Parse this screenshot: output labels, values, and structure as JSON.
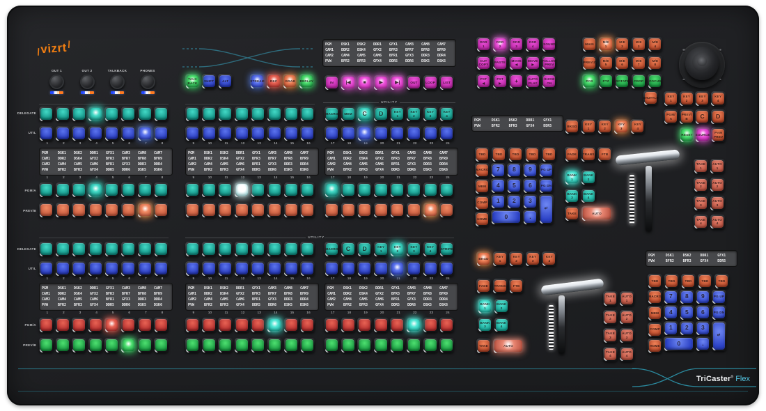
{
  "panel": {
    "accent_color": "#2d96ad",
    "face_color": "#202124",
    "lcd_bg": "#47484b"
  },
  "brand": {
    "logo": "vizrt",
    "product": "TriCaster",
    "reg": "®",
    "model": "Flex"
  },
  "labels": {
    "delegate": "DELEGATE",
    "util": "UTIL",
    "pgm_a": "PGM/A",
    "prev_b": "PREV/B",
    "utility": "UTILITY"
  },
  "knobs": {
    "items": [
      {
        "label": "OUT 1"
      },
      {
        "label": "OUT 2"
      },
      {
        "label": "TALKBACK"
      },
      {
        "label": "PHONES"
      }
    ]
  },
  "numbers": {
    "s1": [
      "1",
      "2",
      "3",
      "4",
      "5",
      "6",
      "7",
      "8"
    ],
    "s2": [
      "9",
      "10",
      "11",
      "12",
      "13",
      "14",
      "15",
      "16"
    ],
    "s3": [
      "17",
      "18",
      "19",
      "20",
      "21",
      "22",
      "23",
      "24"
    ]
  },
  "lcd_main": [
    [
      "PGM",
      "DSK1",
      "DSK2",
      "DDR1",
      "GFX1",
      "CAM3",
      "CAM8",
      "CAM7"
    ],
    [
      "CAM1",
      "DDR2",
      "DSK4",
      "GFX2",
      "BFR3",
      "BFR7",
      "BFR8",
      "BFR9"
    ],
    [
      "CAM2",
      "CAM4",
      "CAM5",
      "CAM6",
      "BFR1",
      "GFX3",
      "DDR3",
      "DDR4"
    ],
    [
      "PVW",
      "BFR2",
      "BFR3",
      "GFX4",
      "DDR5",
      "DDR6",
      "DSK5",
      "DSK6"
    ]
  ],
  "lcd_small": [
    [
      "PGM",
      "DSK1",
      "DSK2",
      "DDR1",
      "GFX1"
    ],
    [
      "PVW",
      "BFR2",
      "BFR3",
      "GFX4",
      "DDR5"
    ]
  ],
  "top_left_buttons": [
    {
      "label": "TALK\nBACK",
      "color": "green",
      "lit": true,
      "n": "talkback-button"
    },
    {
      "label": "SHIFT",
      "color": "blue",
      "n": "shift-button"
    },
    {
      "label": "ALT",
      "color": "blue",
      "n": "alt-button"
    }
  ],
  "top_right_buttons": [
    {
      "label": "STREAM",
      "color": "blue",
      "lit": true,
      "n": "stream-button"
    },
    {
      "label": "REC",
      "color": "red",
      "lit": true,
      "n": "record-button"
    },
    {
      "label": "GRAB",
      "color": "orange",
      "lit": true,
      "n": "grab-button"
    },
    {
      "label": "REPLAY",
      "color": "green",
      "lit": true,
      "n": "replay-button"
    }
  ],
  "transport": [
    {
      "label": "IN",
      "color": "pink",
      "n": "in-button"
    },
    {
      "glyph": "|◀",
      "color": "pink",
      "lit": true,
      "n": "prev-button",
      "gn": "skip-back-icon"
    },
    {
      "glyph": "■",
      "color": "pink",
      "lit": true,
      "n": "stop-button",
      "gn": "stop-icon"
    },
    {
      "glyph": "▶",
      "color": "pink",
      "lit": true,
      "n": "play-button",
      "gn": "play-icon"
    },
    {
      "glyph": "▶|",
      "color": "pink",
      "lit": true,
      "n": "next-button",
      "gn": "skip-forward-icon"
    },
    {
      "label": "OUT",
      "color": "pink",
      "n": "out-button"
    },
    {
      "label": "LOOP",
      "color": "pink",
      "n": "loop-button"
    },
    {
      "label": "LIST",
      "color": "pink",
      "n": "list-button"
    }
  ],
  "ddr_grid": {
    "n": "media-button",
    "color": "pink",
    "rows": [
      [
        {
          "label": "DDR\n1"
        },
        {
          "label": "DDR\n2",
          "lit": true
        },
        {
          "label": "DDR\n3"
        },
        {
          "label": "DDR\n4"
        },
        {
          "label": "SOUND"
        }
      ],
      [
        {
          "label": "CUT\nCOPY"
        },
        {
          "label": "PASTE"
        },
        {
          "label": "MOVE\n◀"
        },
        {
          "label": "MOVE\n▶"
        },
        {
          "label": "FOLLOW\nPREV"
        }
      ],
      [
        {
          "label": "PST\n◀"
        },
        {
          "label": "PST\n▶"
        },
        {
          "label": "+",
          "big": true,
          "n": "add-button"
        },
        {
          "label": "AUTO\nPLAY"
        },
        {
          "label": "SHOW\nON"
        }
      ]
    ]
  },
  "me_grid": {
    "n": "me-delegate-button",
    "color": "orange",
    "rows": [
      [
        {
          "label": "MAIN"
        },
        {
          "label": "M/E\n1",
          "lit": true
        },
        {
          "label": "M/E\n2"
        },
        {
          "label": "M/E\n3"
        },
        {
          "label": "M/E\n4"
        }
      ],
      [
        {
          "label": "PREVIZ"
        },
        {
          "label": "M/E\n5"
        },
        {
          "label": "M/E\n6"
        },
        {
          "label": "M/E\n7"
        },
        {
          "label": "M/E\n8"
        }
      ],
      [
        {
          "label": "POS",
          "color": "green",
          "lit": true,
          "n": "position-button"
        },
        {
          "label": "PTZ",
          "color": "green",
          "n": "ptz-button"
        },
        {
          "label": "ROTATE",
          "color": "green",
          "n": "rotate-button"
        },
        {
          "label": "CROP",
          "color": "green",
          "n": "crop-button"
        },
        {
          "label": "FOCUS",
          "color": "green",
          "n": "focus-button"
        }
      ]
    ]
  },
  "shuttle": [
    {
      "label": "SHUTTLE",
      "color": "orange",
      "n": "shuttle-button"
    }
  ],
  "joy_row1": {
    "n": "key-delegate-button",
    "color": "orange",
    "items": [
      {
        "label": "KEY\n1"
      },
      {
        "label": "KEY\n2"
      },
      {
        "label": "KEY\n3"
      },
      {
        "label": "KEY\n4"
      }
    ]
  },
  "joy_row2": {
    "n": "bus-delegate-button",
    "color": "orange",
    "items": [
      {
        "label": "PGM/\nA"
      },
      {
        "label": "PREV/\nB"
      },
      {
        "label": "C",
        "big": true
      },
      {
        "label": "D",
        "big": true
      }
    ]
  },
  "joy_row3": {
    "items": [
      {
        "label": "RESET",
        "color": "green",
        "lit": true,
        "n": "reset-button"
      },
      {
        "label": "SOURCE",
        "color": "magenta",
        "lit": true,
        "n": "source-button"
      },
      {
        "label": "PVW\nPREV",
        "color": "orange",
        "n": "pvw-prev-button"
      }
    ]
  },
  "keypad": {
    "tbd": {
      "n": "tbd-button",
      "color": "orange",
      "items": [
        {
          "label": "TBD"
        },
        {
          "label": "TBD"
        },
        {
          "label": "TBD"
        },
        {
          "label": "TBD"
        },
        {
          "label": "TBD"
        }
      ]
    },
    "left": {
      "n": "keypad-function-button",
      "color": "orange",
      "items": [
        {
          "label": "MACRO",
          "n": "macro-button"
        },
        {
          "label": "MEM",
          "n": "mem-button"
        },
        {
          "label": "COMP",
          "n": "comp-button"
        },
        {
          "label": "HOME",
          "n": "home-button"
        }
      ]
    },
    "d789": {
      "n": "digit-button",
      "color": "navy",
      "items": [
        {
          "label": "7",
          "big": true
        },
        {
          "label": "8",
          "big": true
        },
        {
          "label": "9",
          "big": true
        }
      ]
    },
    "d456": {
      "n": "digit-button",
      "color": "navy",
      "items": [
        {
          "label": "4",
          "big": true
        },
        {
          "label": "5",
          "big": true
        },
        {
          "label": "6",
          "big": true
        }
      ]
    },
    "d123": {
      "n": "digit-button",
      "color": "navy",
      "items": [
        {
          "label": "1",
          "big": true
        },
        {
          "label": "2",
          "big": true
        },
        {
          "label": "3",
          "big": true
        }
      ]
    },
    "zero": {
      "n": "digit-button",
      "color": "navy",
      "items": [
        {
          "label": "0",
          "big": true,
          "wide": true,
          "n": "zero-button"
        },
        {
          "label": ".",
          "big": true,
          "n": "dot-button"
        }
      ]
    },
    "pg": {
      "n": "page-button",
      "color": "navy",
      "items": [
        {
          "label": "PG UP",
          "n": "page-up-button"
        }
      ]
    },
    "pg2": {
      "n": "page-button",
      "color": "navy",
      "items": [
        {
          "label": "PG DN",
          "n": "page-down-button"
        }
      ]
    },
    "enter": {
      "items": [
        {
          "glyph": "↵",
          "color": "navy",
          "tall": true,
          "n": "enter-button",
          "gn": "enter-icon"
        }
      ]
    }
  },
  "trans_upper": {
    "bkgd_row": {
      "n": "layer-delegate-button",
      "color": "orange",
      "items": [
        {
          "label": "BKGD"
        },
        {
          "label": "KEY\n1"
        },
        {
          "label": "KEY\n2"
        },
        {
          "label": "KEY\n3",
          "lit": true
        },
        {
          "label": "KEY\n4"
        }
      ]
    }
  },
  "trans_lower": {
    "bkgd_row": {
      "n": "layer-delegate-button",
      "color": "orange",
      "items": [
        {
          "label": "BKGD",
          "lit": true
        },
        {
          "label": "KEY\n1"
        },
        {
          "label": "KEY\n2"
        },
        {
          "label": "KEY\n3"
        },
        {
          "label": "KEY\n4"
        }
      ]
    }
  },
  "fade_row": {
    "n": "transition-button",
    "color": "orange",
    "items": [
      {
        "label": "FADE",
        "n": "fade-button"
      },
      {
        "label": "TRANS",
        "n": "trans-button"
      },
      {
        "label": "FTB",
        "n": "ftb-button"
      }
    ]
  },
  "banks": {
    "n": "bank-button",
    "color": "bank",
    "rows": [
      [
        {
          "label": "BANK\n1",
          "lit": true
        },
        {
          "label": "BANK\n2"
        }
      ],
      [
        {
          "label": "BANK\n3"
        },
        {
          "label": "BANK\n4"
        }
      ]
    ]
  },
  "take": [
    {
      "label": "TAKE",
      "color": "orange",
      "n": "take-button"
    }
  ],
  "auto": [
    {
      "label": "AUTO",
      "color": "salmon",
      "lit": true,
      "wide": true,
      "n": "auto-button"
    }
  ],
  "take_auto_pairs": {
    "n": "take-auto-button",
    "color": "salmon",
    "rows": [
      [
        {
          "label": "TAKE\n1"
        },
        {
          "label": "AUTO\n1"
        }
      ],
      [
        {
          "label": "TAKE\n2"
        },
        {
          "label": "AUTO\n2"
        }
      ],
      [
        {
          "label": "TAKE\n3"
        },
        {
          "label": "AUTO\n3"
        }
      ],
      [
        {
          "label": "TAKE\n4"
        },
        {
          "label": "AUTO\n4"
        }
      ]
    ]
  },
  "sections": {
    "u1d": {
      "count": 8,
      "color": "teal",
      "lit": 3,
      "n": "delegate-button"
    },
    "u1u": {
      "count": 8,
      "color": "blue",
      "lit": 6,
      "n": "util-button"
    },
    "u1p": {
      "count": 8,
      "color": "teal",
      "lit": 3,
      "n": "program-source-button"
    },
    "u1v": {
      "count": 8,
      "color": "orange2",
      "lit": 6,
      "n": "preview-source-button"
    },
    "u2d": {
      "count": 8,
      "color": "teal",
      "n": "delegate-button"
    },
    "u2u": {
      "count": 8,
      "color": "blue",
      "n": "util-button"
    },
    "u2p": {
      "count": 8,
      "color": "teal",
      "lit": 3,
      "litColor": "white",
      "n": "program-source-button"
    },
    "u2v": {
      "count": 8,
      "color": "orange2",
      "n": "preview-source-button"
    },
    "u3d": {
      "color": "teal",
      "n": "delegate-button",
      "items": [
        {
          "label": "MACRO"
        },
        {
          "label": "MEM"
        },
        {
          "label": "C",
          "big": true,
          "lit": true
        },
        {
          "label": "D",
          "big": true
        },
        {
          "label": "KEY\n1"
        },
        {
          "label": "KEY\n2"
        },
        {
          "label": "KEY\n3"
        },
        {
          "label": "KEY\n4"
        }
      ]
    },
    "u3u": {
      "count": 8,
      "color": "blue",
      "lit": 2,
      "n": "util-button"
    },
    "u3p": {
      "count": 8,
      "color": "teal",
      "lit": 0,
      "n": "program-source-button"
    },
    "u3v": {
      "count": 8,
      "color": "orange2",
      "lit": 6,
      "n": "preview-source-button"
    },
    "l1d": {
      "count": 8,
      "color": "teal",
      "n": "delegate-button"
    },
    "l1u": {
      "count": 8,
      "color": "blue",
      "n": "util-button"
    },
    "l1p": {
      "count": 8,
      "color": "red",
      "lit": 4,
      "n": "program-source-button"
    },
    "l1v": {
      "count": 8,
      "color": "green",
      "lit": 5,
      "n": "preview-source-button"
    },
    "l2d": {
      "count": 8,
      "color": "teal",
      "n": "delegate-button"
    },
    "l2u": {
      "count": 8,
      "color": "blue",
      "n": "util-button"
    },
    "l2p": {
      "count": 8,
      "color": "red",
      "lit": 5,
      "litColor": "bank",
      "n": "program-source-button"
    },
    "l2v": {
      "count": 8,
      "color": "green",
      "n": "preview-source-button"
    },
    "l3d": {
      "color": "teal",
      "n": "delegate-button",
      "items": [
        {
          "label": "MACRO"
        },
        {
          "label": "C",
          "big": true
        },
        {
          "label": "D",
          "big": true
        },
        {
          "label": "KEY\n1"
        },
        {
          "label": "KEY\n2",
          "lit": true
        },
        {
          "label": "KEY\n3"
        },
        {
          "label": "KEY\n4"
        },
        {
          "label": "STRIPE"
        }
      ]
    },
    "l3u": {
      "count": 8,
      "color": "blue",
      "lit": 4,
      "n": "util-button"
    },
    "l3p": {
      "count": 8,
      "color": "red",
      "lit": 5,
      "litColor": "bank",
      "n": "program-source-button"
    },
    "l3v": {
      "count": 8,
      "color": "green",
      "n": "preview-source-button"
    }
  }
}
